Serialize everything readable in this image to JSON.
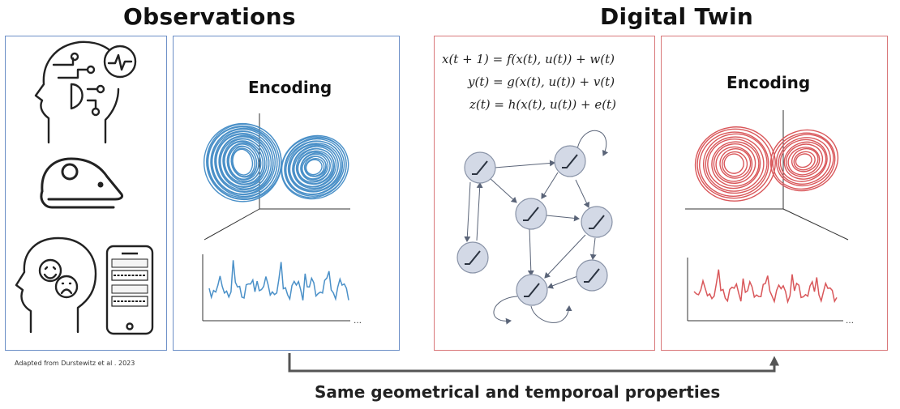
{
  "titles": {
    "observations": "Observations",
    "digital_twin": "Digital Twin"
  },
  "panels": {
    "observation_encoding": "Encoding",
    "twin_encoding": "Encoding"
  },
  "equations": [
    "x(t + 1) = f(x(t), u(t)) + w(t)",
    "y(t) = g(x(t), u(t)) + v(t)",
    "z(t) = h(x(t), u(t)) + e(t)"
  ],
  "icons": [
    "ai-head-icon",
    "mouse-icon",
    "emotion-head-icon",
    "smartphone-icon"
  ],
  "credit": "Adapted from Durstewitz et al . 2023",
  "footer": "Same geometrical and temporoal properties",
  "colors": {
    "observation": "#4a90c8",
    "twin": "#d9575a",
    "node_fill": "#d3d9e6",
    "node_stroke": "#8a94a8",
    "arrow": "#5a5a5a"
  }
}
